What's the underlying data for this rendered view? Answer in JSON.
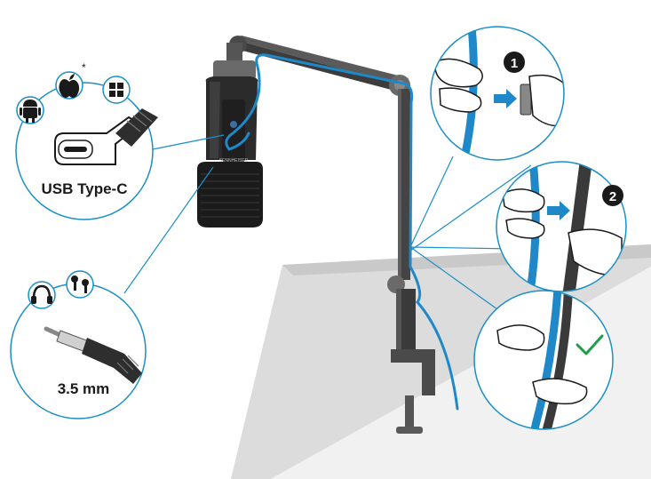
{
  "callouts": {
    "usb": {
      "label": "USB Type-C",
      "asterisk": "*"
    },
    "jack": {
      "label": "3.5 mm"
    }
  },
  "steps": [
    {
      "badge": "1"
    },
    {
      "badge": "2"
    },
    {
      "badge": ""
    }
  ],
  "icons": [
    "android-icon",
    "apple-icon",
    "windows-icon",
    "headphones-icon",
    "earbuds-icon",
    "checkmark-icon"
  ],
  "colors": {
    "cable": "#1e88c8",
    "outline": "#1b8fc6",
    "device_dark": "#2e2e2e",
    "desk_top": "#d8d8d8",
    "desk_front": "#efefef",
    "check": "#1e9e4a"
  }
}
